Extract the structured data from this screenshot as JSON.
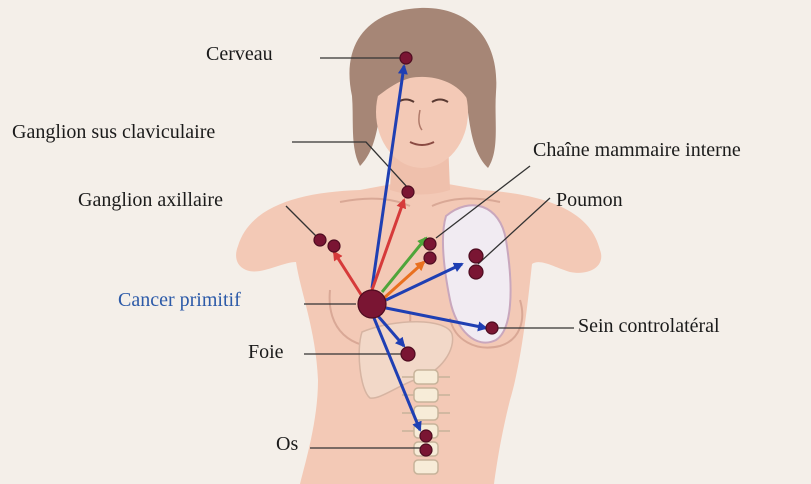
{
  "labels": {
    "brain": "Cerveau",
    "supraclavicular": "Ganglion sus claviculaire",
    "axillary": "Ganglion axillaire",
    "internal_mammary": "Chaîne mammaire interne",
    "lung": "Poumon",
    "primary": "Cancer primitif",
    "contralateral_breast": "Sein controlatéral",
    "liver": "Foie",
    "bone": "Os"
  },
  "colors": {
    "background": "#f4efe9",
    "skin": "#f3c9b6",
    "skin_shadow": "#e4a99a",
    "hair": "#a68676",
    "lung": "#f1ebf2",
    "liver": "#f2d8c8",
    "node": "#7a1533",
    "node_outline": "#4e0c20",
    "arrow_blue": "#1f3fb3",
    "arrow_red": "#d63a3a",
    "arrow_green": "#4fa53a",
    "arrow_orange": "#e9701f",
    "primary_label": "#2c5aa8",
    "leader_line": "#333333"
  }
}
